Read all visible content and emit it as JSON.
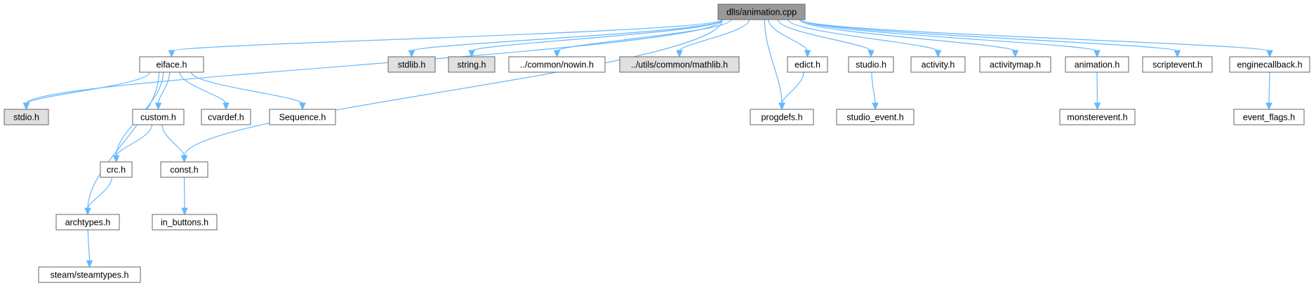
{
  "colors": {
    "edge": "#63b8ff",
    "root_fill": "#999999",
    "node_fill": "#ffffff",
    "missing_fill": "#e0e0e0",
    "border": "#666666"
  },
  "nodes": [
    {
      "id": "root",
      "label": "dlls/animation.cpp",
      "kind": "root"
    },
    {
      "id": "stdio",
      "label": "stdio.h",
      "kind": "missing"
    },
    {
      "id": "eiface",
      "label": "eiface.h",
      "kind": "normal"
    },
    {
      "id": "stdlib",
      "label": "stdlib.h",
      "kind": "missing"
    },
    {
      "id": "string",
      "label": "string.h",
      "kind": "missing"
    },
    {
      "id": "nowin",
      "label": "../common/nowin.h",
      "kind": "normal"
    },
    {
      "id": "mathlib",
      "label": "../utils/common/mathlib.h",
      "kind": "missing"
    },
    {
      "id": "edict",
      "label": "edict.h",
      "kind": "normal"
    },
    {
      "id": "studio",
      "label": "studio.h",
      "kind": "normal"
    },
    {
      "id": "activity",
      "label": "activity.h",
      "kind": "normal"
    },
    {
      "id": "activitymap",
      "label": "activitymap.h",
      "kind": "normal"
    },
    {
      "id": "animation",
      "label": "animation.h",
      "kind": "normal"
    },
    {
      "id": "scriptevent",
      "label": "scriptevent.h",
      "kind": "normal"
    },
    {
      "id": "enginecallback",
      "label": "enginecallback.h",
      "kind": "normal"
    },
    {
      "id": "custom",
      "label": "custom.h",
      "kind": "normal"
    },
    {
      "id": "cvardef",
      "label": "cvardef.h",
      "kind": "normal"
    },
    {
      "id": "sequence",
      "label": "Sequence.h",
      "kind": "normal"
    },
    {
      "id": "progdefs",
      "label": "progdefs.h",
      "kind": "normal"
    },
    {
      "id": "studio_event",
      "label": "studio_event.h",
      "kind": "normal"
    },
    {
      "id": "monsterevent",
      "label": "monsterevent.h",
      "kind": "normal"
    },
    {
      "id": "event_flags",
      "label": "event_flags.h",
      "kind": "normal"
    },
    {
      "id": "crc",
      "label": "crc.h",
      "kind": "normal"
    },
    {
      "id": "const",
      "label": "const.h",
      "kind": "normal"
    },
    {
      "id": "archtypes",
      "label": "archtypes.h",
      "kind": "normal"
    },
    {
      "id": "in_buttons",
      "label": "in_buttons.h",
      "kind": "normal"
    },
    {
      "id": "steamtypes",
      "label": "steam/steamtypes.h",
      "kind": "normal"
    }
  ],
  "edges": [
    {
      "from": "root",
      "to": "stdio"
    },
    {
      "from": "root",
      "to": "eiface"
    },
    {
      "from": "root",
      "to": "const"
    },
    {
      "from": "root",
      "to": "stdlib"
    },
    {
      "from": "root",
      "to": "string"
    },
    {
      "from": "root",
      "to": "nowin"
    },
    {
      "from": "root",
      "to": "mathlib"
    },
    {
      "from": "root",
      "to": "progdefs"
    },
    {
      "from": "root",
      "to": "edict"
    },
    {
      "from": "root",
      "to": "studio"
    },
    {
      "from": "root",
      "to": "activity"
    },
    {
      "from": "root",
      "to": "activitymap"
    },
    {
      "from": "root",
      "to": "animation"
    },
    {
      "from": "root",
      "to": "scriptevent"
    },
    {
      "from": "root",
      "to": "enginecallback"
    },
    {
      "from": "eiface",
      "to": "stdio"
    },
    {
      "from": "eiface",
      "to": "archtypes"
    },
    {
      "from": "eiface",
      "to": "crc"
    },
    {
      "from": "eiface",
      "to": "custom"
    },
    {
      "from": "eiface",
      "to": "cvardef"
    },
    {
      "from": "eiface",
      "to": "sequence"
    },
    {
      "from": "custom",
      "to": "crc"
    },
    {
      "from": "custom",
      "to": "const"
    },
    {
      "from": "crc",
      "to": "archtypes"
    },
    {
      "from": "archtypes",
      "to": "steamtypes"
    },
    {
      "from": "const",
      "to": "in_buttons"
    },
    {
      "from": "edict",
      "to": "progdefs"
    },
    {
      "from": "studio",
      "to": "studio_event"
    },
    {
      "from": "animation",
      "to": "monsterevent"
    },
    {
      "from": "enginecallback",
      "to": "event_flags"
    }
  ]
}
